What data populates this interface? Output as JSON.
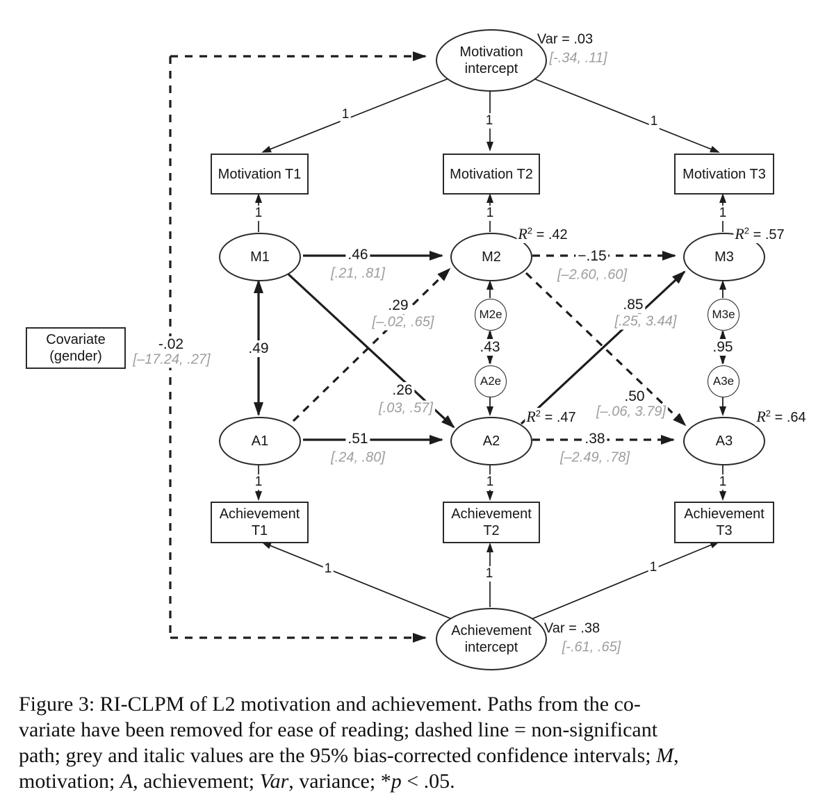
{
  "nodes": {
    "covariate": {
      "line1": "Covariate",
      "line2": "(gender)"
    },
    "motivation_intercept": {
      "line1": "Motivation",
      "line2": "intercept",
      "var": "Var = .03",
      "ci": "[-.34, .11]"
    },
    "achievement_intercept": {
      "line1": "Achievement",
      "line2": "intercept",
      "var": "Var = .38",
      "ci": "[-.61, .65]"
    },
    "observed": {
      "mt1": "Motivation T1",
      "mt2": "Motivation T2",
      "mt3": "Motivation T3",
      "at1": "Achievement T1",
      "at2": "Achievement T2",
      "at3": "Achievement T3"
    },
    "latent": {
      "m1": "M1",
      "m2": "M2",
      "m3": "M3",
      "a1": "A1",
      "a2": "A2",
      "a3": "A3"
    },
    "errors": {
      "m2e": "M2e",
      "a2e": "A2e",
      "m3e": "M3e",
      "a3e": "A3e"
    }
  },
  "r2": {
    "letter": "R",
    "sup": "2",
    "m2": " = .42",
    "m3": " = .57",
    "a2": " = .47",
    "a3": " = .64"
  },
  "paths": {
    "loading": "1",
    "m1_m2": {
      "est": ".46",
      "ci": "[.21, .81]"
    },
    "m2_m3": {
      "est": "−.15",
      "ci": "[–2.60, .60]"
    },
    "a1_a2": {
      "est": ".51",
      "ci": "[.24, .80]"
    },
    "a2_a3": {
      "est": ".38",
      "ci": "[–2.49, .78]"
    },
    "a1_m2": {
      "est": ".29",
      "ci": "[–.02, .65]"
    },
    "m1_a2": {
      "est": ".26",
      "ci": "[.03, .57]"
    },
    "a2_m3": {
      "est": ".85",
      "ci": "[.25, 3.44]"
    },
    "m2_a3": {
      "est": ".50",
      "ci": "[–.06, 3.79]"
    },
    "covariate": {
      "est": "-.02",
      "ci": "[–17.24, .27]"
    },
    "m1_a1": {
      "est": ".49"
    },
    "m2e_a2e": {
      "est": ".43"
    },
    "m3e_a3e": {
      "est": ".95"
    }
  },
  "caption": {
    "l1": "Figure 3: RI-CLPM of L2 motivation and achievement. Paths from the co-",
    "l2": "variate have been removed for ease of reading; dashed line = non-significant",
    "l3a": "path; grey and italic values are the 95% bias-corrected confidence intervals; ",
    "l3m": "M",
    "l3b": ",",
    "l4a": "motivation; ",
    "l4A": "A",
    "l4b": ", achievement; ",
    "l4var": "Var",
    "l4c": ", variance; *",
    "l4p": "p",
    "l4d": " < .05."
  }
}
